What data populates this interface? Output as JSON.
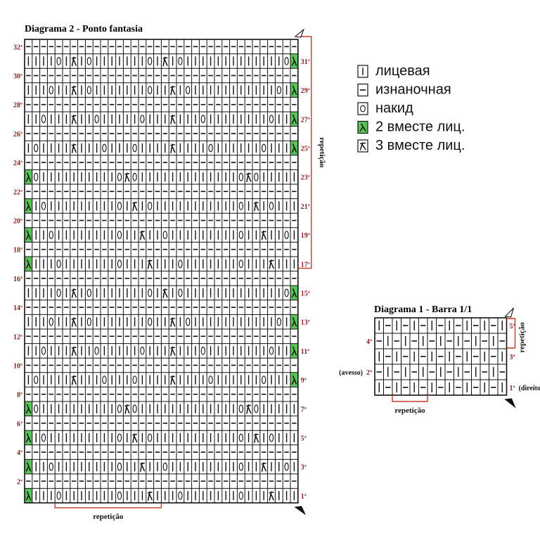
{
  "colors": {
    "grid_line": "#111111",
    "label_red": "#8a1c1c",
    "accent_red": "#c0392b",
    "green_fill": "#5bc55b",
    "text": "#111111"
  },
  "symbol_codes": {
    "K": "knit",
    "P": "purl",
    "O": "yarn-over",
    "L": "k2tog (green)",
    "T": "k3tog"
  },
  "legend": {
    "items": [
      {
        "symbol": "K",
        "label": "лицевая"
      },
      {
        "symbol": "P",
        "label": "изнаночная"
      },
      {
        "symbol": "O",
        "label": "накид"
      },
      {
        "symbol": "L",
        "label": "2 вместе лиц."
      },
      {
        "symbol": "T",
        "label": "3 вместе лиц."
      }
    ]
  },
  "diagram2": {
    "title": "Diagrama 2 - Ponto fantasia",
    "repeat_label_bottom": "repetição",
    "repeat_label_side": "repetição",
    "rows": [
      {
        "label": "32ª",
        "side": "left",
        "cells": "PPPPPPPPPPPPPPPPPPPPPPPPPPPPPPPPPPPP"
      },
      {
        "label": "31ª",
        "side": "right",
        "cells": "KKKKOKTKOKKKKKKKOKTKOKKKKKKKKKKKKKOL"
      },
      {
        "label": "30ª",
        "side": "left",
        "cells": "PPPPPPPPPPPPPPPPPPPPPPPPPPPPPPPPPPPP"
      },
      {
        "label": "29ª",
        "side": "right",
        "cells": "KKKOKKTKOKKKKKKKOKKTKOKKKKKKKKKKKOKL"
      },
      {
        "label": "28ª",
        "side": "left",
        "cells": "PPPPPPPPPPPPPPPPPPPPPPPPPPPPPPPPPPPP"
      },
      {
        "label": "27ª",
        "side": "right",
        "cells": "KKOKKKTKKOKKKKKOKKKTKKKOKKKKKKKKOKKL"
      },
      {
        "label": "26ª",
        "side": "left",
        "cells": "PPPPPPPPPPPPPPPPPPPPPPPPPPPPPPPPPPPP"
      },
      {
        "label": "25ª",
        "side": "right",
        "cells": "KOKKKKTKKKOKKKOKKKKTKKKKOKKKKKKOKKKL"
      },
      {
        "label": "24ª",
        "side": "left",
        "cells": "PPPPPPPPPPPPPPPPPPPPPPPPPPPPPPPPPPPP"
      },
      {
        "label": "23ª",
        "side": "right",
        "cells": "LOKKKKKKKKKKOTOKKKKKKKKKKKKKOTOKKKKK"
      },
      {
        "label": "22ª",
        "side": "left",
        "cells": "PPPPPPPPPPPPPPPPPPPPPPPPPPPPPPPPPPPP"
      },
      {
        "label": "21ª",
        "side": "right",
        "cells": "LKOKKKKKKKKKOKTKOKKKKKKKKKKKOKTKOKKK"
      },
      {
        "label": "20ª",
        "side": "left",
        "cells": "PPPPPPPPPPPPPPPPPPPPPPPPPPPPPPPPPPPP"
      },
      {
        "label": "19ª",
        "side": "right",
        "cells": "LKKOKKKKKKKKOKKTKKOKKKKKKKKKOKKTKKOK"
      },
      {
        "label": "18ª",
        "side": "left",
        "cells": "PPPPPPPPPPPPPPPPPPPPPPPPPPPPPPPPPPPP"
      },
      {
        "label": "17ª",
        "side": "right",
        "cells": "LKKKOKKKKKKKOKKKTKKKOKKKKKKKOKKKTKKK"
      },
      {
        "label": "16ª",
        "side": "left",
        "cells": "PPPPPPPPPPPPPPPPPPPPPPPPPPPPPPPPPPPP"
      },
      {
        "label": "15ª",
        "side": "right",
        "cells": "KKKKOKTKOKKKKKKKOKTKOKKKKKKKKKKKKKOL"
      },
      {
        "label": "14ª",
        "side": "left",
        "cells": "PPPPPPPPPPPPPPPPPPPPPPPPPPPPPPPPPPPP"
      },
      {
        "label": "13ª",
        "side": "right",
        "cells": "KKKOKKTKOKKKKKKKOKKTKOKKKKKKKKKKKOKL"
      },
      {
        "label": "12ª",
        "side": "left",
        "cells": "PPPPPPPPPPPPPPPPPPPPPPPPPPPPPPPPPPPP"
      },
      {
        "label": "11ª",
        "side": "right",
        "cells": "KKOKKKTKKOKKKKKOKKKTKKKOKKKKKKKKOKKL"
      },
      {
        "label": "10ª",
        "side": "left",
        "cells": "PPPPPPPPPPPPPPPPPPPPPPPPPPPPPPPPPPPP"
      },
      {
        "label": "9ª",
        "side": "right",
        "cells": "KOKKKKTKKKOKKKOKKKKTKKKKOKKKKKKOKKKL"
      },
      {
        "label": "8ª",
        "side": "left",
        "cells": "PPPPPPPPPPPPPPPPPPPPPPPPPPPPPPPPPPPP"
      },
      {
        "label": "7ª",
        "side": "right",
        "cells": "LOKKKKKKKKKKOTOKKKKKKKKKKKKKOTOKKKKK"
      },
      {
        "label": "6ª",
        "side": "left",
        "cells": "PPPPPPPPPPPPPPPPPPPPPPPPPPPPPPPPPPPP"
      },
      {
        "label": "5ª",
        "side": "right",
        "cells": "LKOKKKKKKKKKOKTKOKKKKKKKKKKKOKTKOKKK"
      },
      {
        "label": "4ª",
        "side": "left",
        "cells": "PPPPPPPPPPPPPPPPPPPPPPPPPPPPPPPPPPPP"
      },
      {
        "label": "3ª",
        "side": "right",
        "cells": "LKKOKKKKKKKKOKKTKKOKKKKKKKKKOKKTKKOK"
      },
      {
        "label": "2ª",
        "side": "left",
        "cells": "PPPPPPPPPPPPPPPPPPPPPPPPPPPPPPPPPPPP"
      },
      {
        "label": "1ª",
        "side": "right",
        "cells": "LKKKOKKKKKKKOKKKTKKKOKKKKKKKOKKKTKKK"
      }
    ]
  },
  "diagram1": {
    "title": "Diagrama 1 - Barra 1/1",
    "repeat_label_bottom": "repetição",
    "repeat_label_side": "repetição",
    "rows": [
      {
        "label": "5ª",
        "side": "right",
        "note": "",
        "cells": "KPKPKPKPKPKPKPK"
      },
      {
        "label": "4ª",
        "side": "left",
        "note": "",
        "cells": "PKPKPKPKPKPKPKP"
      },
      {
        "label": "3ª",
        "side": "right",
        "note": "",
        "cells": "KPKPKPKPKPKPKPK"
      },
      {
        "label": "2ª",
        "side": "left",
        "note": "(avesso)",
        "cells": "PKPKPKPKPKPKPKP"
      },
      {
        "label": "1ª",
        "side": "right",
        "note": "(direito)",
        "cells": "KPKPKPKPKPKPKPK"
      }
    ]
  }
}
